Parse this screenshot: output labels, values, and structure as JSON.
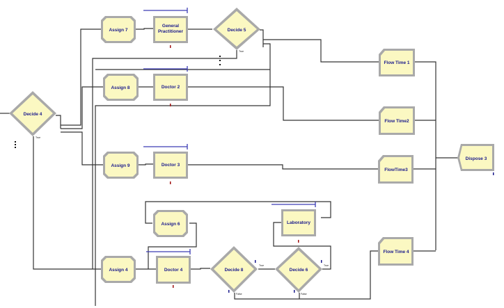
{
  "diagram": {
    "title": "Clinic patient flow model",
    "modules": {
      "decide4": {
        "label": "Decide 4",
        "type": "decide"
      },
      "decide5": {
        "label": "Decide 5",
        "type": "decide"
      },
      "decide6": {
        "label": "Decide 6",
        "type": "decide"
      },
      "decide8": {
        "label": "Decide 8",
        "type": "decide"
      },
      "assign7": {
        "label": "Assign 7",
        "type": "assign"
      },
      "assign8": {
        "label": "Assign 8",
        "type": "assign"
      },
      "assign9": {
        "label": "Assign 9",
        "type": "assign"
      },
      "assign6": {
        "label": "Assign 6",
        "type": "assign"
      },
      "assign4": {
        "label": "Assign 4",
        "type": "assign"
      },
      "gp": {
        "label_line1": "General",
        "label_line2": "Practitioner",
        "type": "process"
      },
      "doctor2": {
        "label": "Doctor 2",
        "type": "process"
      },
      "doctor3": {
        "label": "Doctor 3",
        "type": "process"
      },
      "doctor4": {
        "label": "Doctor 4",
        "type": "process"
      },
      "laboratory": {
        "label": "Laboratory",
        "type": "process"
      },
      "flowtime1": {
        "label": "Flow Time 1",
        "type": "record"
      },
      "flowtime2": {
        "label": "Flow Time2",
        "type": "record"
      },
      "flowtime3": {
        "label": "FlowTime3",
        "type": "record"
      },
      "flowtime4": {
        "label": "Flow Time 4",
        "type": "record"
      },
      "dispose3": {
        "label": "Dispose 3",
        "type": "dispose"
      }
    },
    "branch_labels": {
      "true": "True",
      "false": "False"
    },
    "counters": {
      "value": "0"
    }
  }
}
